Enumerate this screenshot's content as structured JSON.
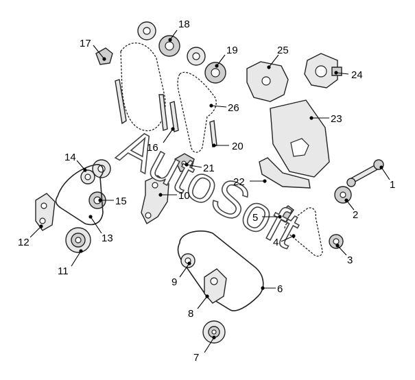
{
  "callouts": [
    {
      "n": "1"
    },
    {
      "n": "2"
    },
    {
      "n": "3"
    },
    {
      "n": "4"
    },
    {
      "n": "5"
    },
    {
      "n": "6"
    },
    {
      "n": "7"
    },
    {
      "n": "8"
    },
    {
      "n": "9"
    },
    {
      "n": "10"
    },
    {
      "n": "11"
    },
    {
      "n": "12"
    },
    {
      "n": "13"
    },
    {
      "n": "14"
    },
    {
      "n": "15"
    },
    {
      "n": "16"
    },
    {
      "n": "17"
    },
    {
      "n": "18"
    },
    {
      "n": "19"
    },
    {
      "n": "20"
    },
    {
      "n": "21"
    },
    {
      "n": "22"
    },
    {
      "n": "23"
    },
    {
      "n": "24"
    },
    {
      "n": "25"
    },
    {
      "n": "26"
    }
  ],
  "watermark": "AutoSoft"
}
